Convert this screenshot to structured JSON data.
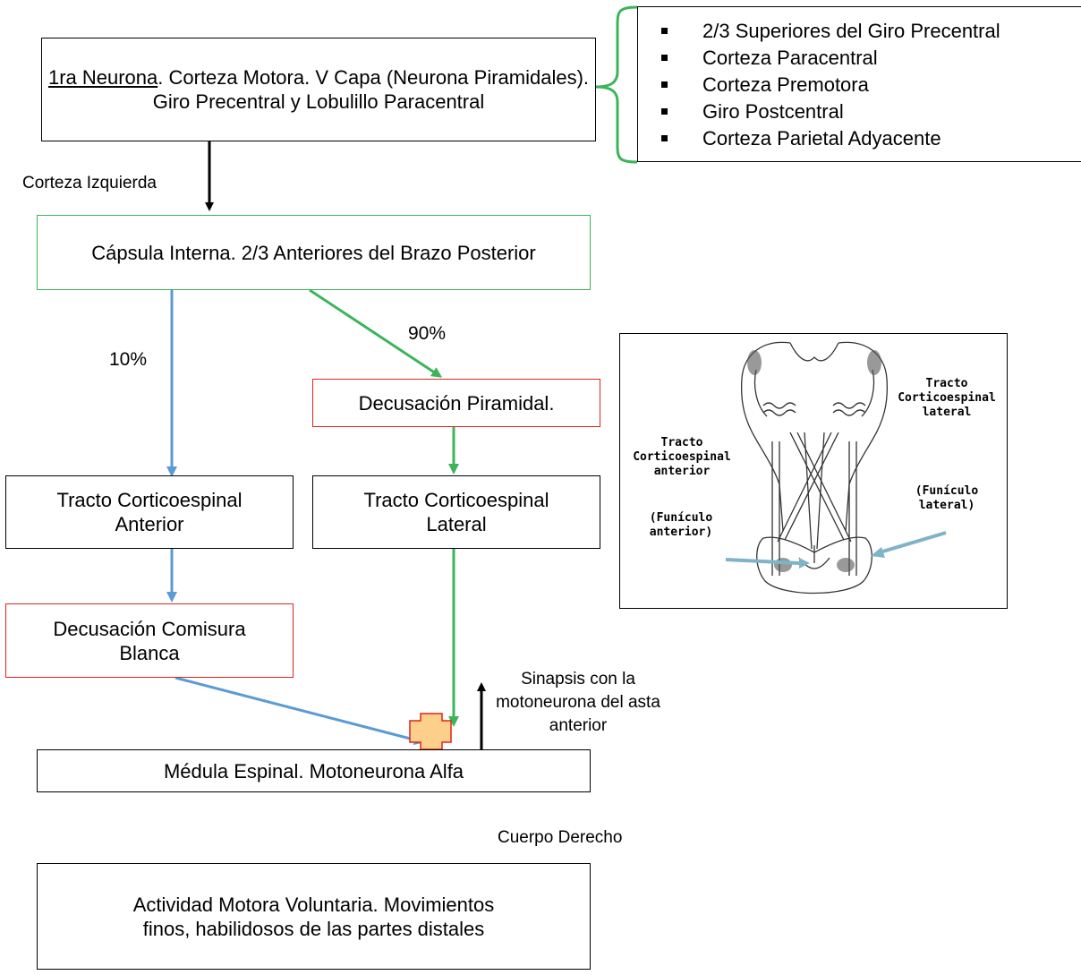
{
  "boxes": {
    "first_neuron_underlined": "1ra Neurona",
    "first_neuron_rest": ". Corteza Motora. V Capa (Neurona Piramidales). Giro Precentral y Lobulillo Paracentral",
    "internal_capsule": "Cápsula Interna. 2/3 Anteriores del Brazo Posterior",
    "pyramidal_decussation": "Decusación Piramidal.",
    "anterior_tract": "Tracto Corticoespinal Anterior",
    "lateral_tract": "Tracto Corticoespinal Lateral",
    "white_commissure": "Decusación Comisura Blanca",
    "spinal_cord": "Médula Espinal. Motoneurona Alfa",
    "voluntary_activity": "Actividad Motora Voluntaria. Movimientos finos, habilidosos de las partes distales"
  },
  "labels": {
    "left_cortex": "Corteza Izquierda",
    "ten_percent": "10%",
    "ninety_percent": "90%",
    "synapse": "Sinapsis con la motoneurona del asta anterior",
    "right_body": "Cuerpo Derecho"
  },
  "cortex_areas": [
    "2/3 Superiores del Giro Precentral",
    "Corteza Paracentral",
    "Corteza Premotora",
    "Giro Postcentral",
    "Corteza Parietal Adyacente"
  ],
  "illustration": {
    "anterior_tract_label": "Tracto Corticoespinal anterior",
    "anterior_funiculus": "(Funículo anterior)",
    "lateral_tract_label": "Tracto Corticoespinal lateral",
    "lateral_funiculus": "(Funículo lateral)"
  },
  "colors": {
    "black": "#000000",
    "green": "#3cb55a",
    "red": "#e0241b",
    "blue": "#5b9bd5",
    "synapse_fill": "#fcd08a",
    "synapse_stroke": "#e0241b"
  }
}
